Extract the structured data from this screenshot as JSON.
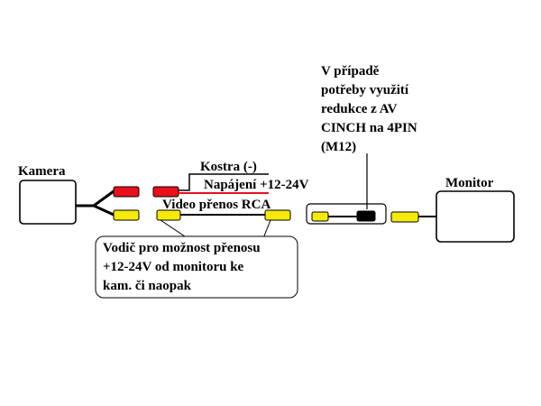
{
  "labels": {
    "camera": "Kamera",
    "monitor": "Monitor",
    "ground": "Kostra (-)",
    "power": "Napájení +12-24V",
    "video": "Video přenos RCA"
  },
  "adapter_note": {
    "lines": [
      "V případě",
      "potřeby využití",
      "redukce z AV",
      "CINCH na 4PIN",
      "(M12)"
    ]
  },
  "wire_note": {
    "lines": [
      "Vodič pro možnost přenosu",
      "+12-24V od monitoru ke",
      "kam. či naopak"
    ]
  },
  "colors": {
    "line": "#000000",
    "power_connector": "#e8101a",
    "video_connector": "#f5ea0a",
    "power_underline": "#e8101a",
    "m12_plug": "#000000"
  }
}
